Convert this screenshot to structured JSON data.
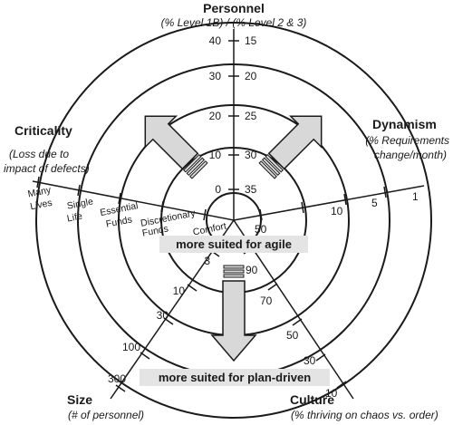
{
  "axes": {
    "personnel": {
      "title": "Personnel",
      "subtitle": "(% Level 1B) / (% Level 2 & 3)",
      "left_ticks": [
        "0",
        "10",
        "20",
        "30",
        "40"
      ],
      "right_ticks": [
        "35",
        "30",
        "25",
        "20",
        "15"
      ]
    },
    "dynamism": {
      "title": "Dynamism",
      "subtitle_line1": "(% Requirements",
      "subtitle_line2": "change/month)",
      "ticks": [
        "50",
        "10",
        "5",
        "1"
      ]
    },
    "culture": {
      "title": "Culture",
      "subtitle": "(% thriving on chaos vs. order)",
      "ticks": [
        "90",
        "70",
        "50",
        "30",
        "10"
      ]
    },
    "size": {
      "title": "Size",
      "subtitle": "(# of personnel)",
      "ticks": [
        "3",
        "10",
        "30",
        "100",
        "300"
      ]
    },
    "criticality": {
      "title": "Criticality",
      "subtitle_line1": "(Loss due to",
      "subtitle_line2": "impact of defects)",
      "labels": {
        "comfort": "Comfort",
        "discretionary_line1": "Discretionary",
        "discretionary_line2": "Funds",
        "essential_line1": "Essential",
        "essential_line2": "Funds",
        "single_line1": "Single",
        "single_line2": "Life",
        "many_line1": "Many",
        "many_line2": "Lives"
      }
    }
  },
  "banners": {
    "agile": "more suited for agile",
    "plan_driven": "more suited for plan-driven"
  },
  "colors": {
    "line": "#1a1a1a",
    "arrow_fill": "#d8d8d8",
    "banner_fill": "#e4e4e4"
  }
}
